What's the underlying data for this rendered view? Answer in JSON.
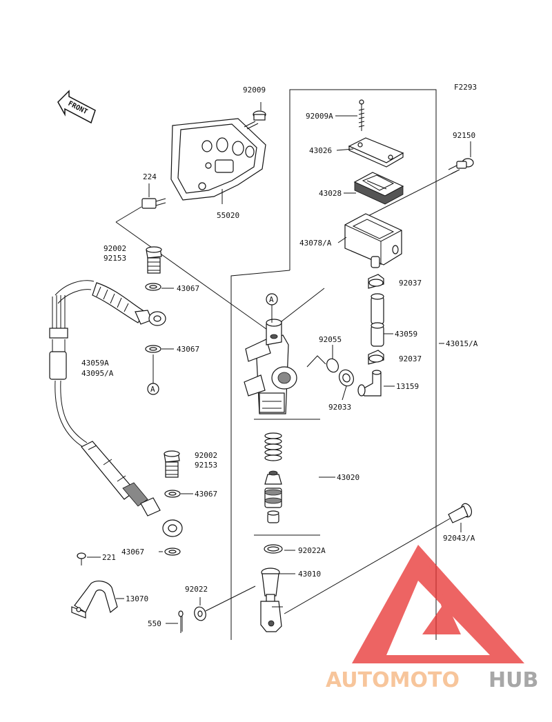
{
  "figure_code": "F2293",
  "front_badge": "FRONT",
  "callout_a": "A",
  "labels": {
    "p92009": "92009",
    "p92009A": "92009A",
    "p43026": "43026",
    "p92150": "92150",
    "p43028": "43028",
    "p224": "224",
    "p55020": "55020",
    "p43078A": "43078/A",
    "p92002_top": "92002",
    "p92153_top": "92153",
    "p43067_1": "43067",
    "p92037_top": "92037",
    "p92055": "92055",
    "p43059": "43059",
    "p43015A": "43015/A",
    "p43067_2": "43067",
    "p92037_bottom": "92037",
    "p43059A": "43059A",
    "p43095A": "43095/A",
    "p13159": "13159",
    "p92033": "92033",
    "p92002_mid": "92002",
    "p92153_mid": "92153",
    "p43020": "43020",
    "p43067_3": "43067",
    "p92043A": "92043/A",
    "p221": "221",
    "p43067_4": "43067",
    "p92022A": "92022A",
    "p43010": "43010",
    "p92022": "92022",
    "p13070": "13070",
    "p550": "550"
  },
  "watermark": {
    "part1": "AUTOMOTO",
    "part2": "HUB",
    "color_light": "#f5b27a",
    "color_dark": "#8a8a8a",
    "triangle_color": "#e8312f"
  }
}
